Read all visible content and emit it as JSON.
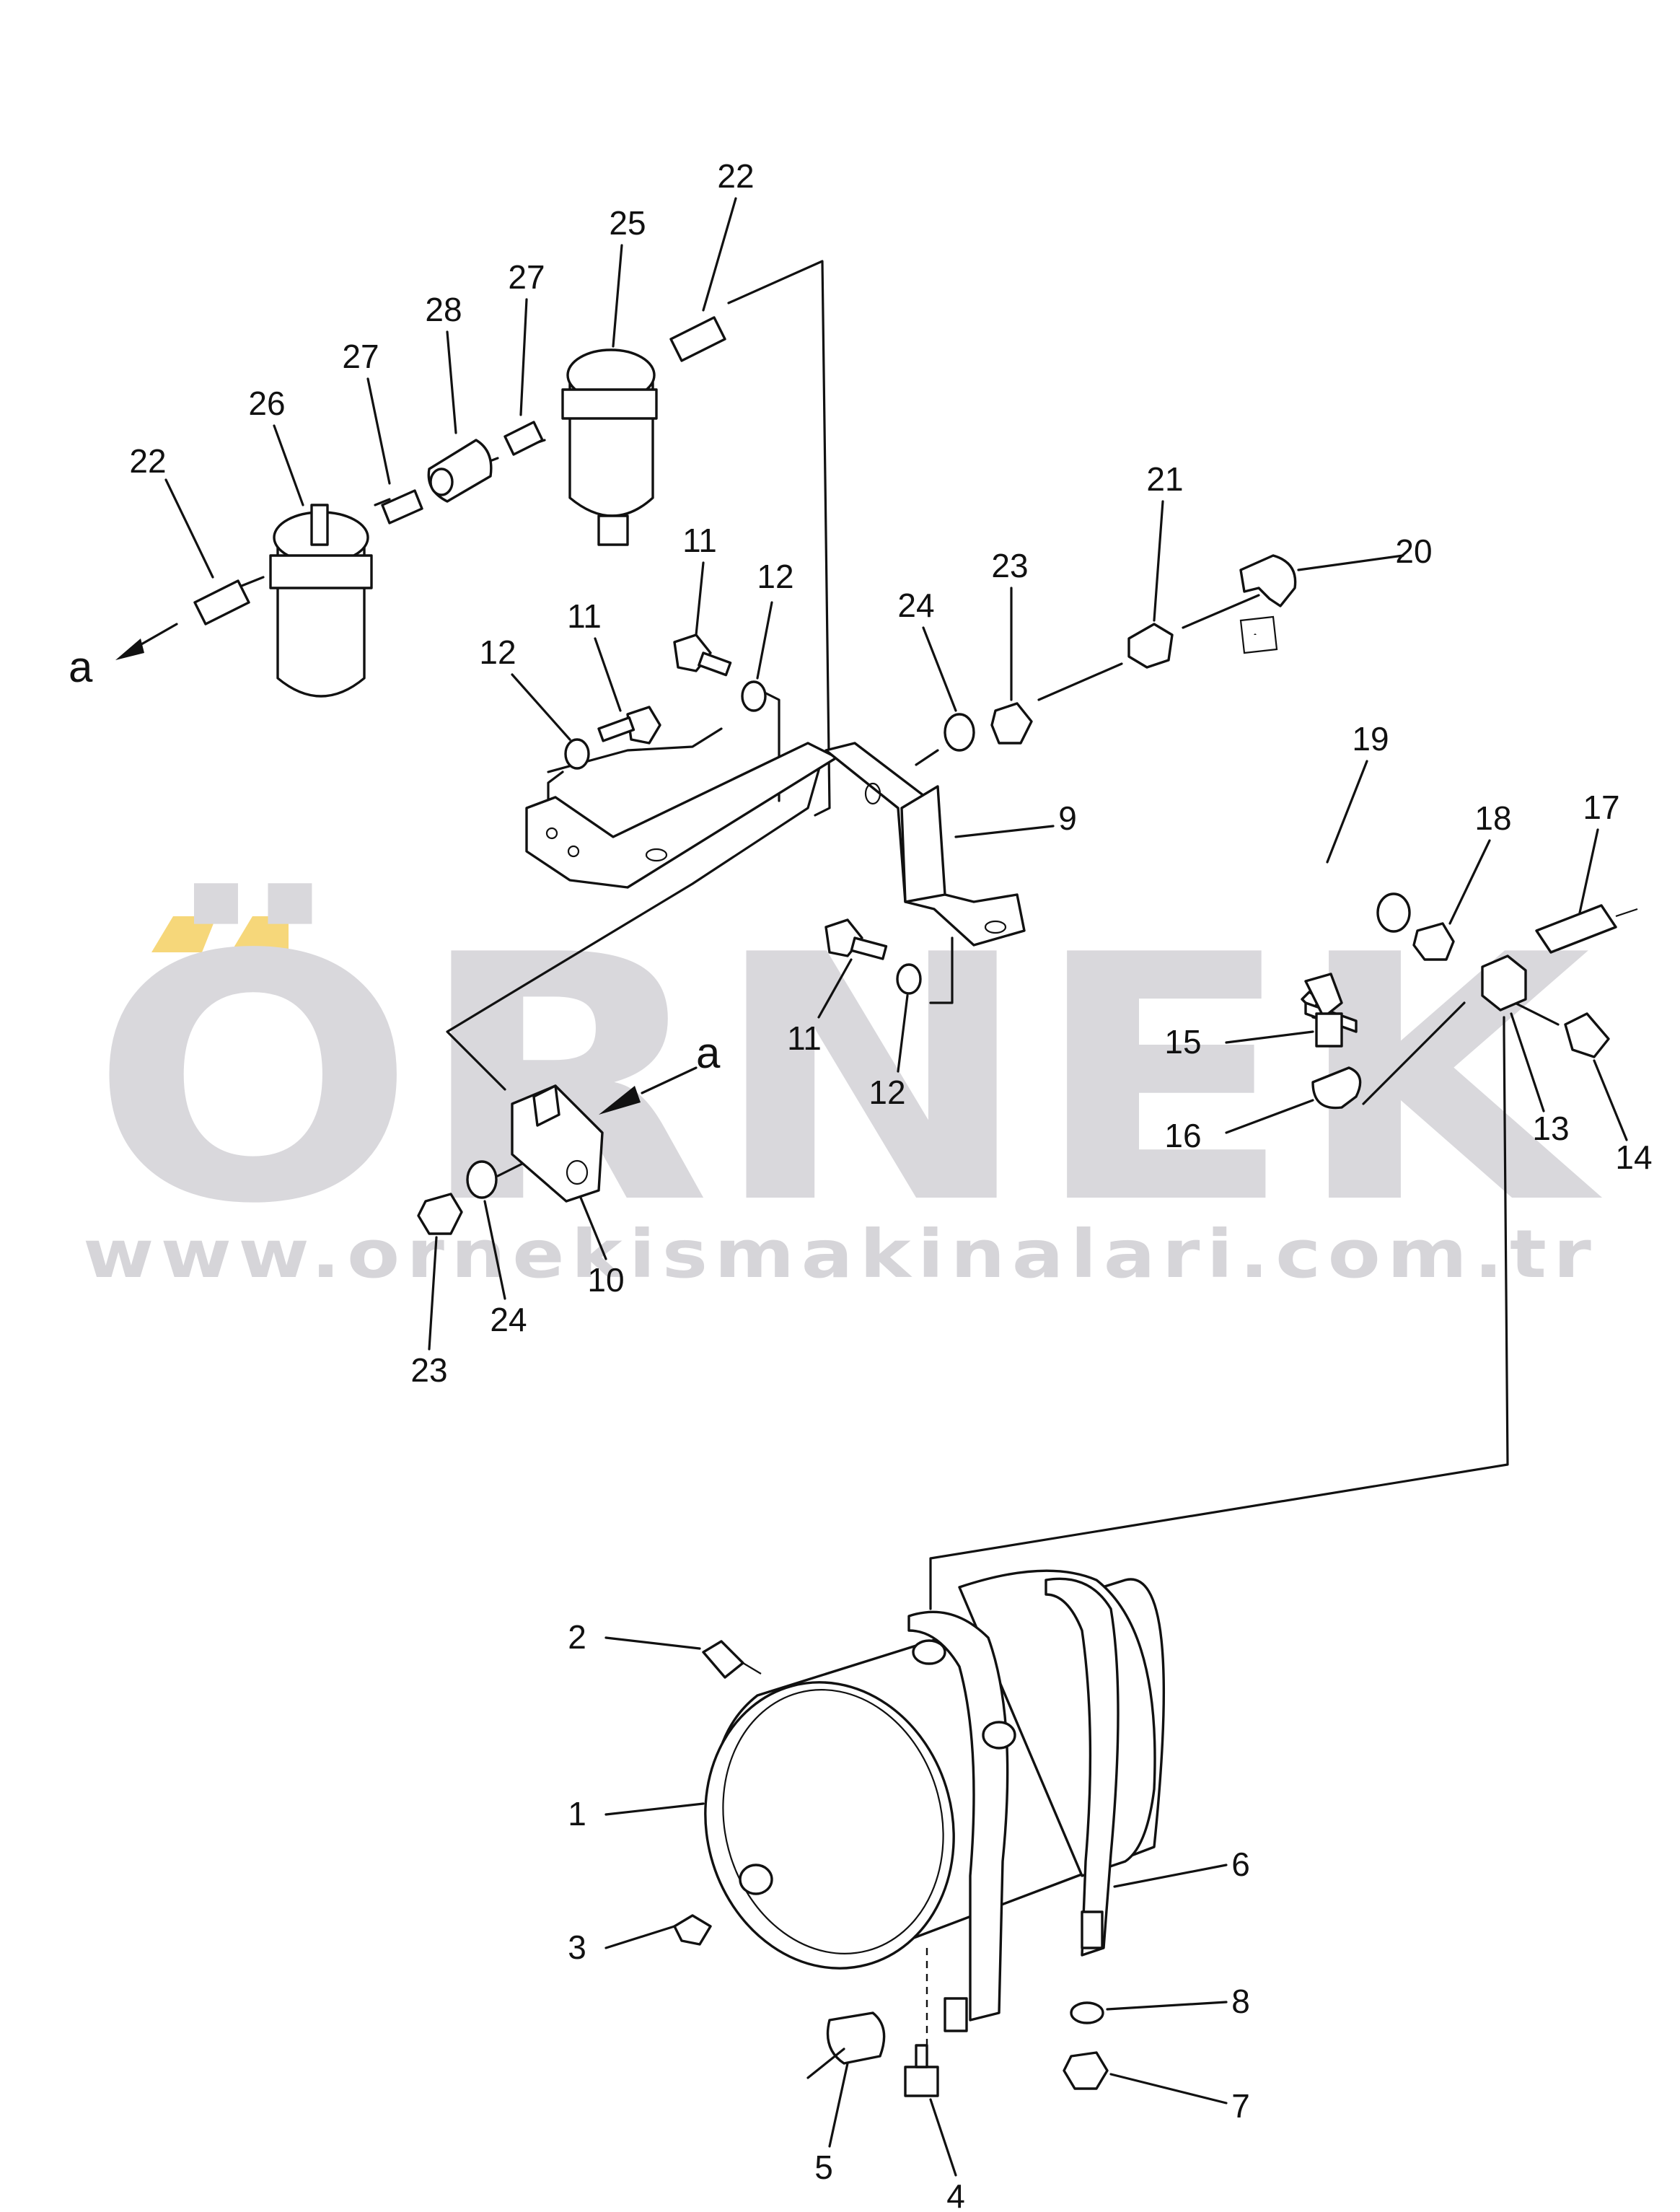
{
  "watermark": {
    "brand": "ÖRNEK",
    "url": "www.ornekismakinalari.com.tr",
    "accent_color": "#f6d77a",
    "text_color": "#d9d8dc"
  },
  "view_label": "a",
  "callouts": [
    {
      "id": "c-1",
      "text": "1"
    },
    {
      "id": "c-2",
      "text": "2"
    },
    {
      "id": "c-3",
      "text": "3"
    },
    {
      "id": "c-4",
      "text": "4"
    },
    {
      "id": "c-5",
      "text": "5"
    },
    {
      "id": "c-6",
      "text": "6"
    },
    {
      "id": "c-7",
      "text": "7"
    },
    {
      "id": "c-8",
      "text": "8"
    },
    {
      "id": "c-9",
      "text": "9"
    },
    {
      "id": "c-10",
      "text": "10"
    },
    {
      "id": "c-11a",
      "text": "11"
    },
    {
      "id": "c-11b",
      "text": "11"
    },
    {
      "id": "c-11c",
      "text": "11"
    },
    {
      "id": "c-12a",
      "text": "12"
    },
    {
      "id": "c-12b",
      "text": "12"
    },
    {
      "id": "c-12c",
      "text": "12"
    },
    {
      "id": "c-13",
      "text": "13"
    },
    {
      "id": "c-14",
      "text": "14"
    },
    {
      "id": "c-15",
      "text": "15"
    },
    {
      "id": "c-16",
      "text": "16"
    },
    {
      "id": "c-17",
      "text": "17"
    },
    {
      "id": "c-18",
      "text": "18"
    },
    {
      "id": "c-19",
      "text": "19"
    },
    {
      "id": "c-20",
      "text": "20"
    },
    {
      "id": "c-21",
      "text": "21"
    },
    {
      "id": "c-22a",
      "text": "22"
    },
    {
      "id": "c-22b",
      "text": "22"
    },
    {
      "id": "c-23a",
      "text": "23"
    },
    {
      "id": "c-23b",
      "text": "23"
    },
    {
      "id": "c-24a",
      "text": "24"
    },
    {
      "id": "c-24b",
      "text": "24"
    },
    {
      "id": "c-25",
      "text": "25"
    },
    {
      "id": "c-26",
      "text": "26"
    },
    {
      "id": "c-27a",
      "text": "27"
    },
    {
      "id": "c-27b",
      "text": "27"
    },
    {
      "id": "c-28",
      "text": "28"
    }
  ]
}
